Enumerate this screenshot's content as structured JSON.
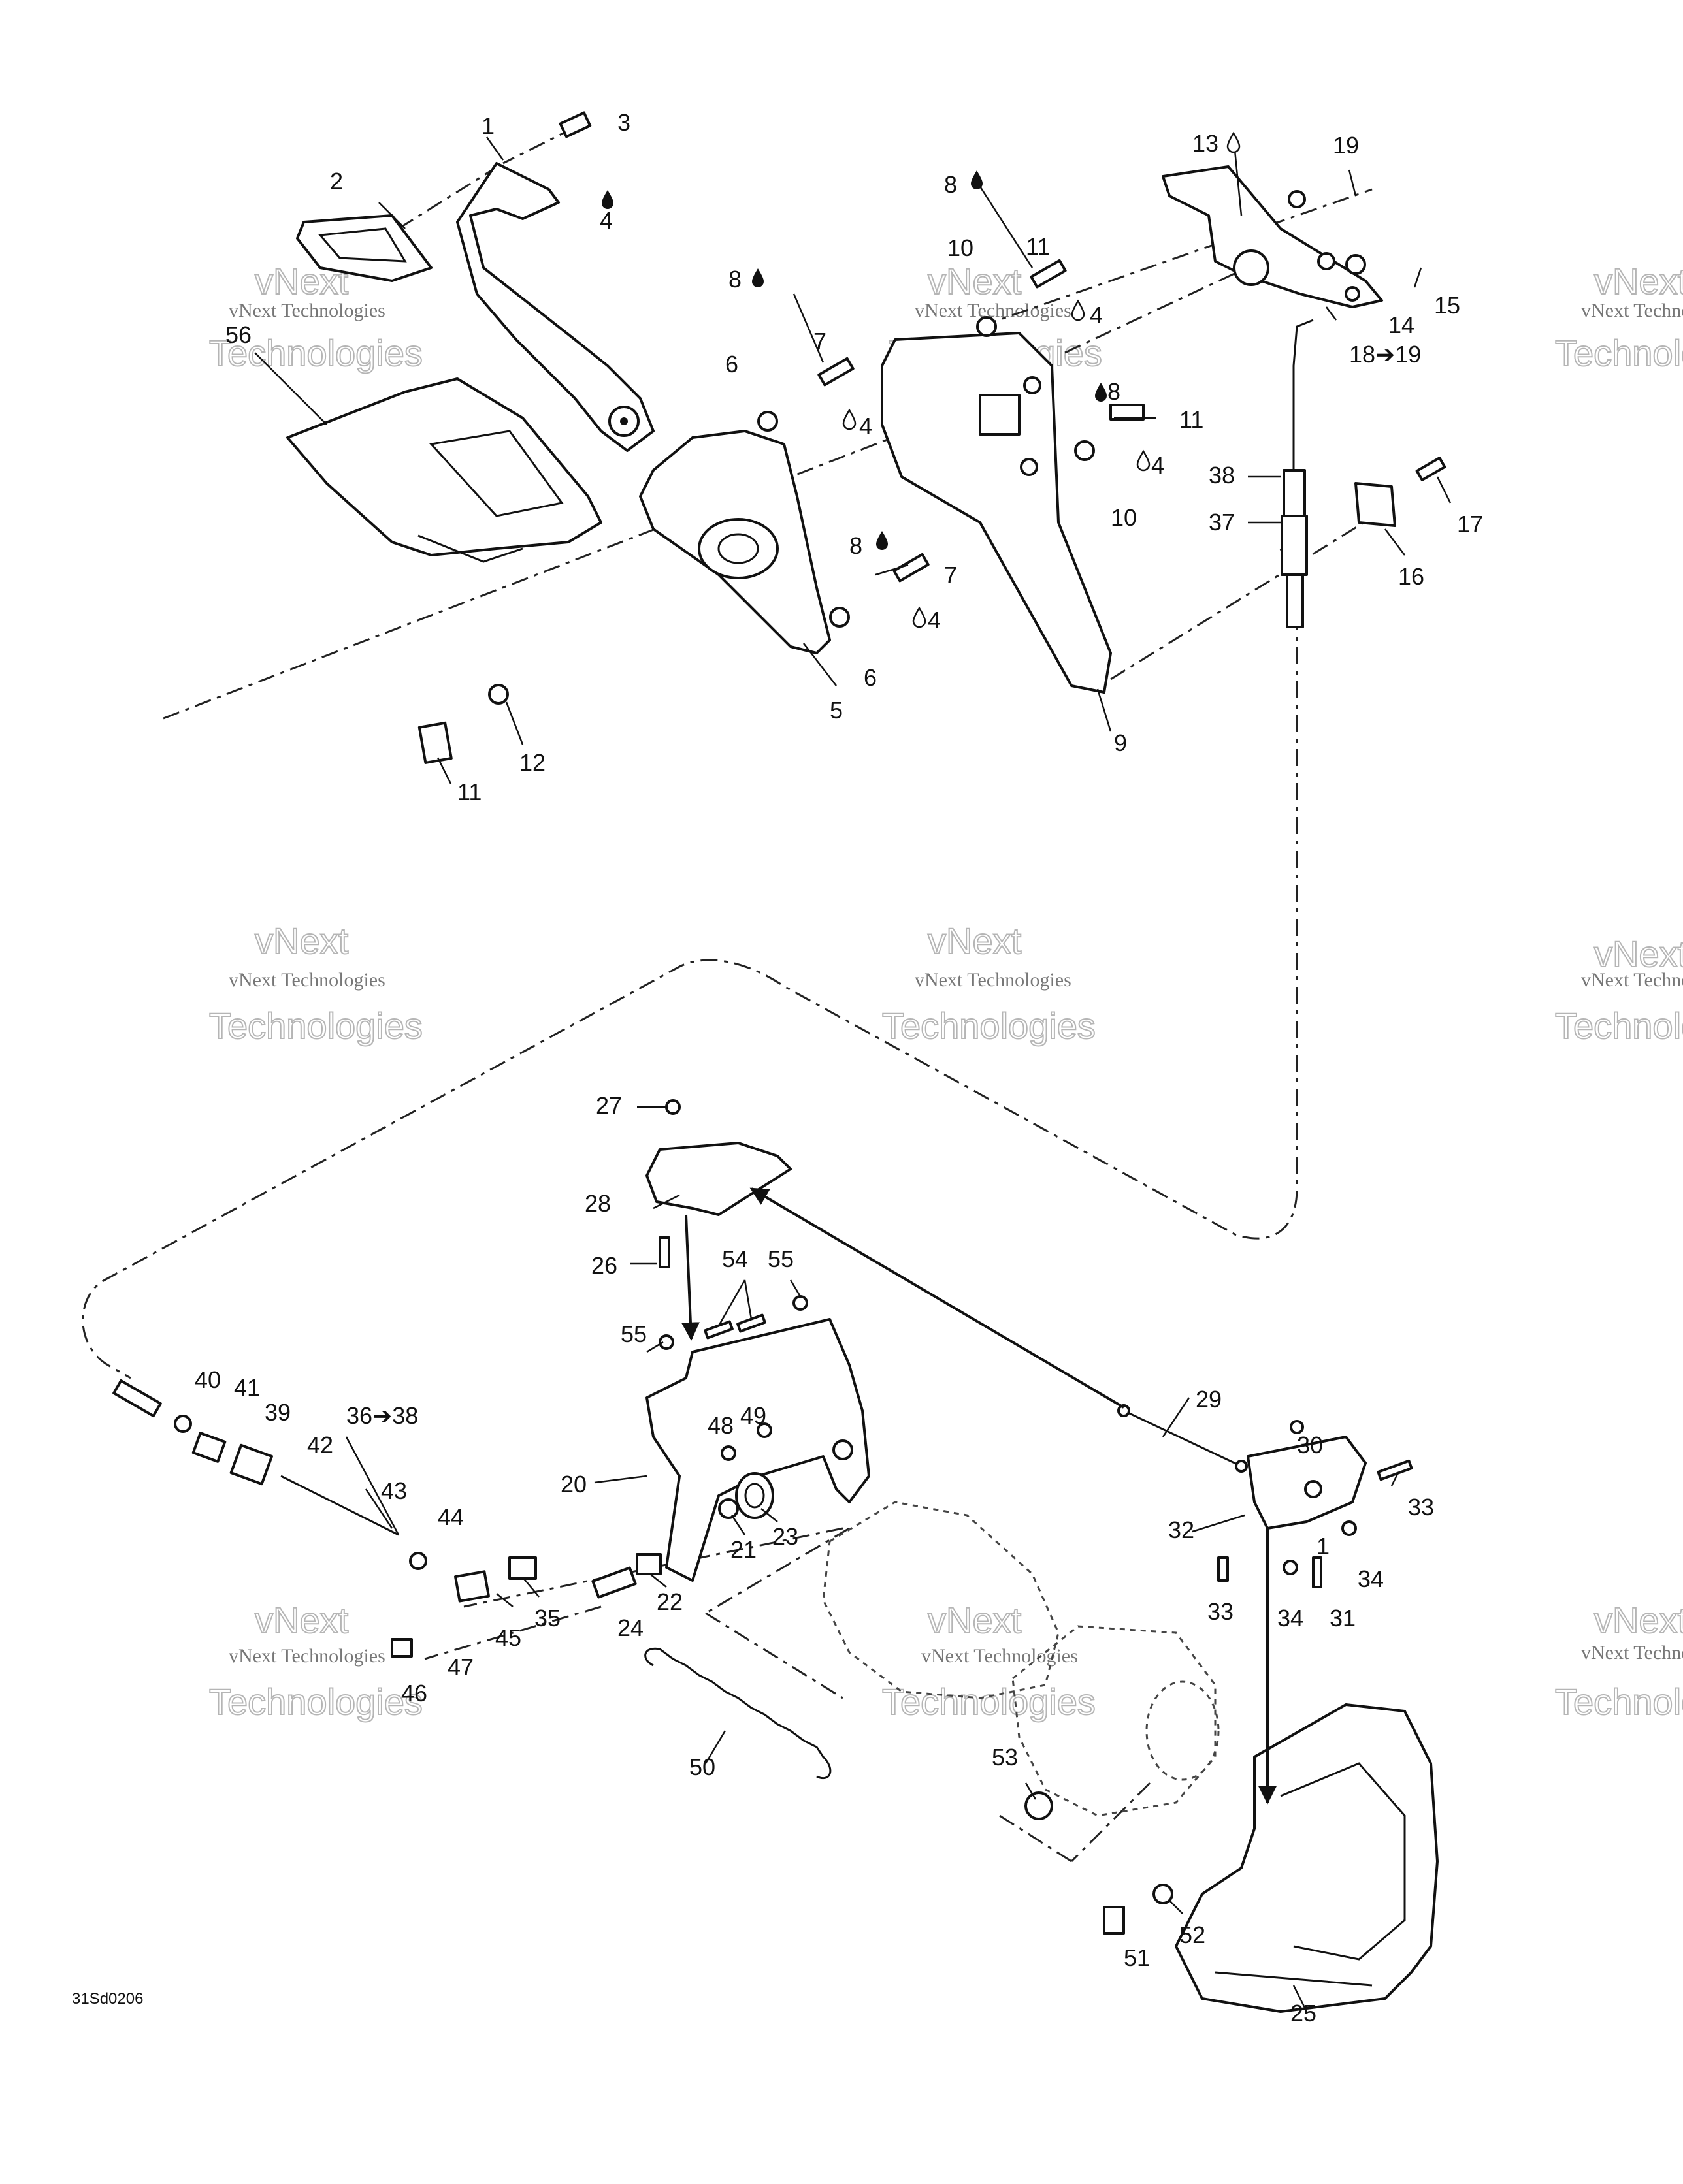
{
  "figure_id": "31Sd0206",
  "watermark": {
    "line1": "vNext",
    "line2": "vNext Technologies",
    "line3": "Technologies"
  },
  "callouts": [
    {
      "id": "c1",
      "text": "1"
    },
    {
      "id": "c2",
      "text": "2"
    },
    {
      "id": "c3",
      "text": "3"
    },
    {
      "id": "c4a",
      "text": "4"
    },
    {
      "id": "c56",
      "text": "56"
    },
    {
      "id": "c8a",
      "text": "8"
    },
    {
      "id": "c7a",
      "text": "7"
    },
    {
      "id": "c6a",
      "text": "6"
    },
    {
      "id": "c4b",
      "text": "4"
    },
    {
      "id": "c8b",
      "text": "8"
    },
    {
      "id": "c7b",
      "text": "7"
    },
    {
      "id": "c4c",
      "text": "4"
    },
    {
      "id": "c6b",
      "text": "6"
    },
    {
      "id": "c5",
      "text": "5"
    },
    {
      "id": "c11a",
      "text": "11"
    },
    {
      "id": "c12",
      "text": "12"
    },
    {
      "id": "c8c",
      "text": "8"
    },
    {
      "id": "c11b",
      "text": "11"
    },
    {
      "id": "c10a",
      "text": "10"
    },
    {
      "id": "c4d",
      "text": "4"
    },
    {
      "id": "c9",
      "text": "9"
    },
    {
      "id": "c8d",
      "text": "8"
    },
    {
      "id": "c11c",
      "text": "11"
    },
    {
      "id": "c10b",
      "text": "10"
    },
    {
      "id": "c4e",
      "text": "4"
    },
    {
      "id": "c13",
      "text": "13"
    },
    {
      "id": "c19",
      "text": "19"
    },
    {
      "id": "c14",
      "text": "14"
    },
    {
      "id": "c15",
      "text": "15"
    },
    {
      "id": "c18",
      "text": "18➔19"
    },
    {
      "id": "c38a",
      "text": "38"
    },
    {
      "id": "c37",
      "text": "37"
    },
    {
      "id": "c17",
      "text": "17"
    },
    {
      "id": "c16",
      "text": "16"
    },
    {
      "id": "c27",
      "text": "27"
    },
    {
      "id": "c28",
      "text": "28"
    },
    {
      "id": "c26",
      "text": "26"
    },
    {
      "id": "c54",
      "text": "54"
    },
    {
      "id": "c55a",
      "text": "55"
    },
    {
      "id": "c55b",
      "text": "55"
    },
    {
      "id": "c40",
      "text": "40"
    },
    {
      "id": "c41",
      "text": "41"
    },
    {
      "id": "c39",
      "text": "39"
    },
    {
      "id": "c36",
      "text": "36➔38"
    },
    {
      "id": "c42",
      "text": "42"
    },
    {
      "id": "c43",
      "text": "43"
    },
    {
      "id": "c44",
      "text": "44"
    },
    {
      "id": "c20",
      "text": "20"
    },
    {
      "id": "c48",
      "text": "48"
    },
    {
      "id": "c49",
      "text": "49"
    },
    {
      "id": "c21",
      "text": "21"
    },
    {
      "id": "c23",
      "text": "23"
    },
    {
      "id": "c22",
      "text": "22"
    },
    {
      "id": "c24",
      "text": "24"
    },
    {
      "id": "c35",
      "text": "35"
    },
    {
      "id": "c45",
      "text": "45"
    },
    {
      "id": "c47",
      "text": "47"
    },
    {
      "id": "c46",
      "text": "46"
    },
    {
      "id": "c50",
      "text": "50"
    },
    {
      "id": "c29",
      "text": "29"
    },
    {
      "id": "c30",
      "text": "30"
    },
    {
      "id": "c33a",
      "text": "33"
    },
    {
      "id": "c32",
      "text": "32"
    },
    {
      "id": "c34a",
      "text": "34"
    },
    {
      "id": "c33b",
      "text": "33"
    },
    {
      "id": "c34b",
      "text": "34"
    },
    {
      "id": "c31",
      "text": "31"
    },
    {
      "id": "c1b",
      "text": "1"
    },
    {
      "id": "c53",
      "text": "53"
    },
    {
      "id": "c52",
      "text": "52"
    },
    {
      "id": "c51",
      "text": "51"
    },
    {
      "id": "c25",
      "text": "25"
    }
  ]
}
